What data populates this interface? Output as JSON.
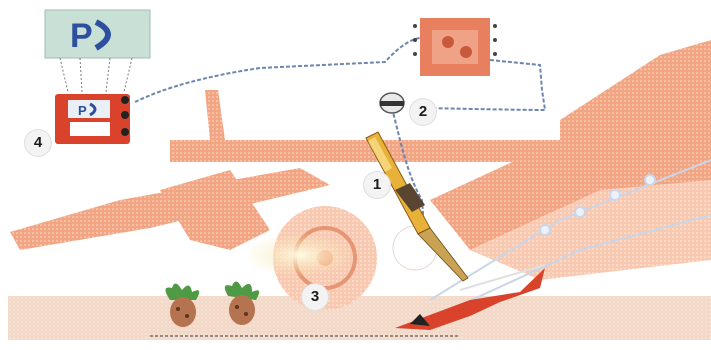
{
  "callouts": [
    {
      "label": "1"
    },
    {
      "label": "2"
    },
    {
      "label": "3"
    },
    {
      "label": "4"
    }
  ],
  "icons": {
    "display_logo": "pd-logo-display",
    "control_unit": "control-box",
    "junction_box": "junction-box",
    "pressure_sensor": "pressure-sensor",
    "probe": "depth-probe",
    "harvester": "harvester-machine",
    "beets": "sugar-beet"
  },
  "colors": {
    "machine_fill": "#f2a582",
    "machine_light": "#f8c9b0",
    "control_red": "#d9432b",
    "display_bg": "#c9e0d6",
    "display_logo": "#2d4fa0",
    "cable": "#6e85b0",
    "soil": "#f3d9c8",
    "probe_yellow": "#e8b13a",
    "beet_green": "#4f9a45",
    "beet_body": "#b5734f"
  }
}
